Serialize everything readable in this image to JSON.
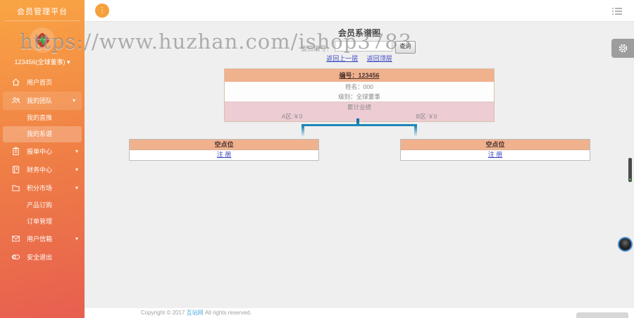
{
  "colors": {
    "accent": "#f5a03c",
    "sidebar-top": "#f9a544",
    "sidebar-mid": "#ef7d46",
    "sidebar-bottom": "#e75f50",
    "salmon": "#f0b18d",
    "pink": "#edccd4",
    "link-blue": "#3d49c4",
    "connector": "#1f87b7",
    "footer-link": "#55aadd"
  },
  "icons": {
    "caret_down": "▾",
    "menu_kebab": "⋮"
  },
  "watermark": "https://www.huzhan.com/ishop3783",
  "sidebar": {
    "title": "会员管理平台",
    "user": "123456(全球董事)",
    "items": [
      {
        "label": "用户首页"
      },
      {
        "label": "我的团队"
      },
      {
        "label": "我的直推"
      },
      {
        "label": "我的系谱"
      },
      {
        "label": "报单中心"
      },
      {
        "label": "财务中心"
      },
      {
        "label": "积分市场"
      },
      {
        "label": "产品订购"
      },
      {
        "label": "订单管理"
      },
      {
        "label": "用户信箱"
      },
      {
        "label": "安全退出"
      }
    ]
  },
  "main": {
    "title": "会员系谱图",
    "search_label": "会员编号：",
    "search_button": "查询",
    "link_back": "返回上一层",
    "link_top": "返回顶层",
    "member": {
      "id_text": "编号：123456",
      "name_text": "姓名：000",
      "level_text": "级别：全球董事",
      "perf_title": "累计业绩",
      "zone_a": "A区:￥0",
      "zone_b": "B区:￥0"
    },
    "slot": {
      "header": "空点位",
      "register": "注 册"
    },
    "footer": {
      "prefix": "Copyright © 2017 ",
      "link": "互站网",
      "suffix": " All rights reserved."
    }
  }
}
